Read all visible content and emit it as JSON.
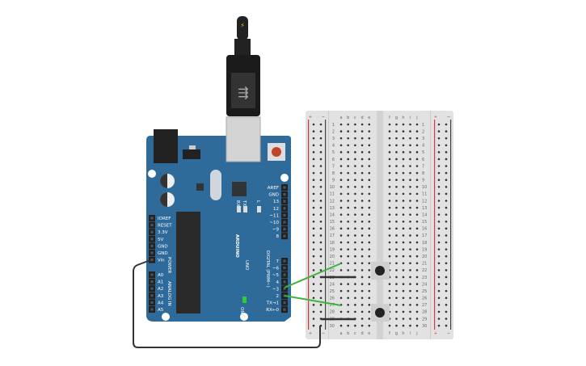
{
  "arduino": {
    "brand": "ARDUINO",
    "model": "UNO",
    "power_header_title": "POWER",
    "analog_header_title": "ANALOG IN",
    "digital_header_title": "DIGITAL (PWM~)",
    "led_labels": [
      "RX",
      "TX",
      "L"
    ],
    "on_label": "ON",
    "power_pins": [
      "IOREF",
      "RESET",
      "3.3V",
      "5V",
      "GND",
      "GND",
      "Vin"
    ],
    "analog_pins": [
      "A0",
      "A1",
      "A2",
      "A3",
      "A4",
      "A5"
    ],
    "digital_pins_top": [
      "AREF",
      "GND",
      "13",
      "12",
      "~11",
      "~10",
      "~9",
      "8"
    ],
    "digital_pins_bottom": [
      "7",
      "~6",
      "~5",
      "4",
      "~3",
      "2",
      "TX→1",
      "RX←0"
    ]
  },
  "breadboard": {
    "columns_left": [
      "a",
      "b",
      "c",
      "d",
      "e"
    ],
    "columns_right": [
      "f",
      "g",
      "h",
      "i",
      "j"
    ],
    "rows": 30,
    "rail_plus": "+",
    "rail_minus": "−"
  },
  "colors": {
    "board": "#2f6b9a",
    "breadboard": "#e2e2e2",
    "wire_signal": "#3cb43c",
    "wire_ground": "#333333",
    "rail_plus": "#d23a3a"
  }
}
